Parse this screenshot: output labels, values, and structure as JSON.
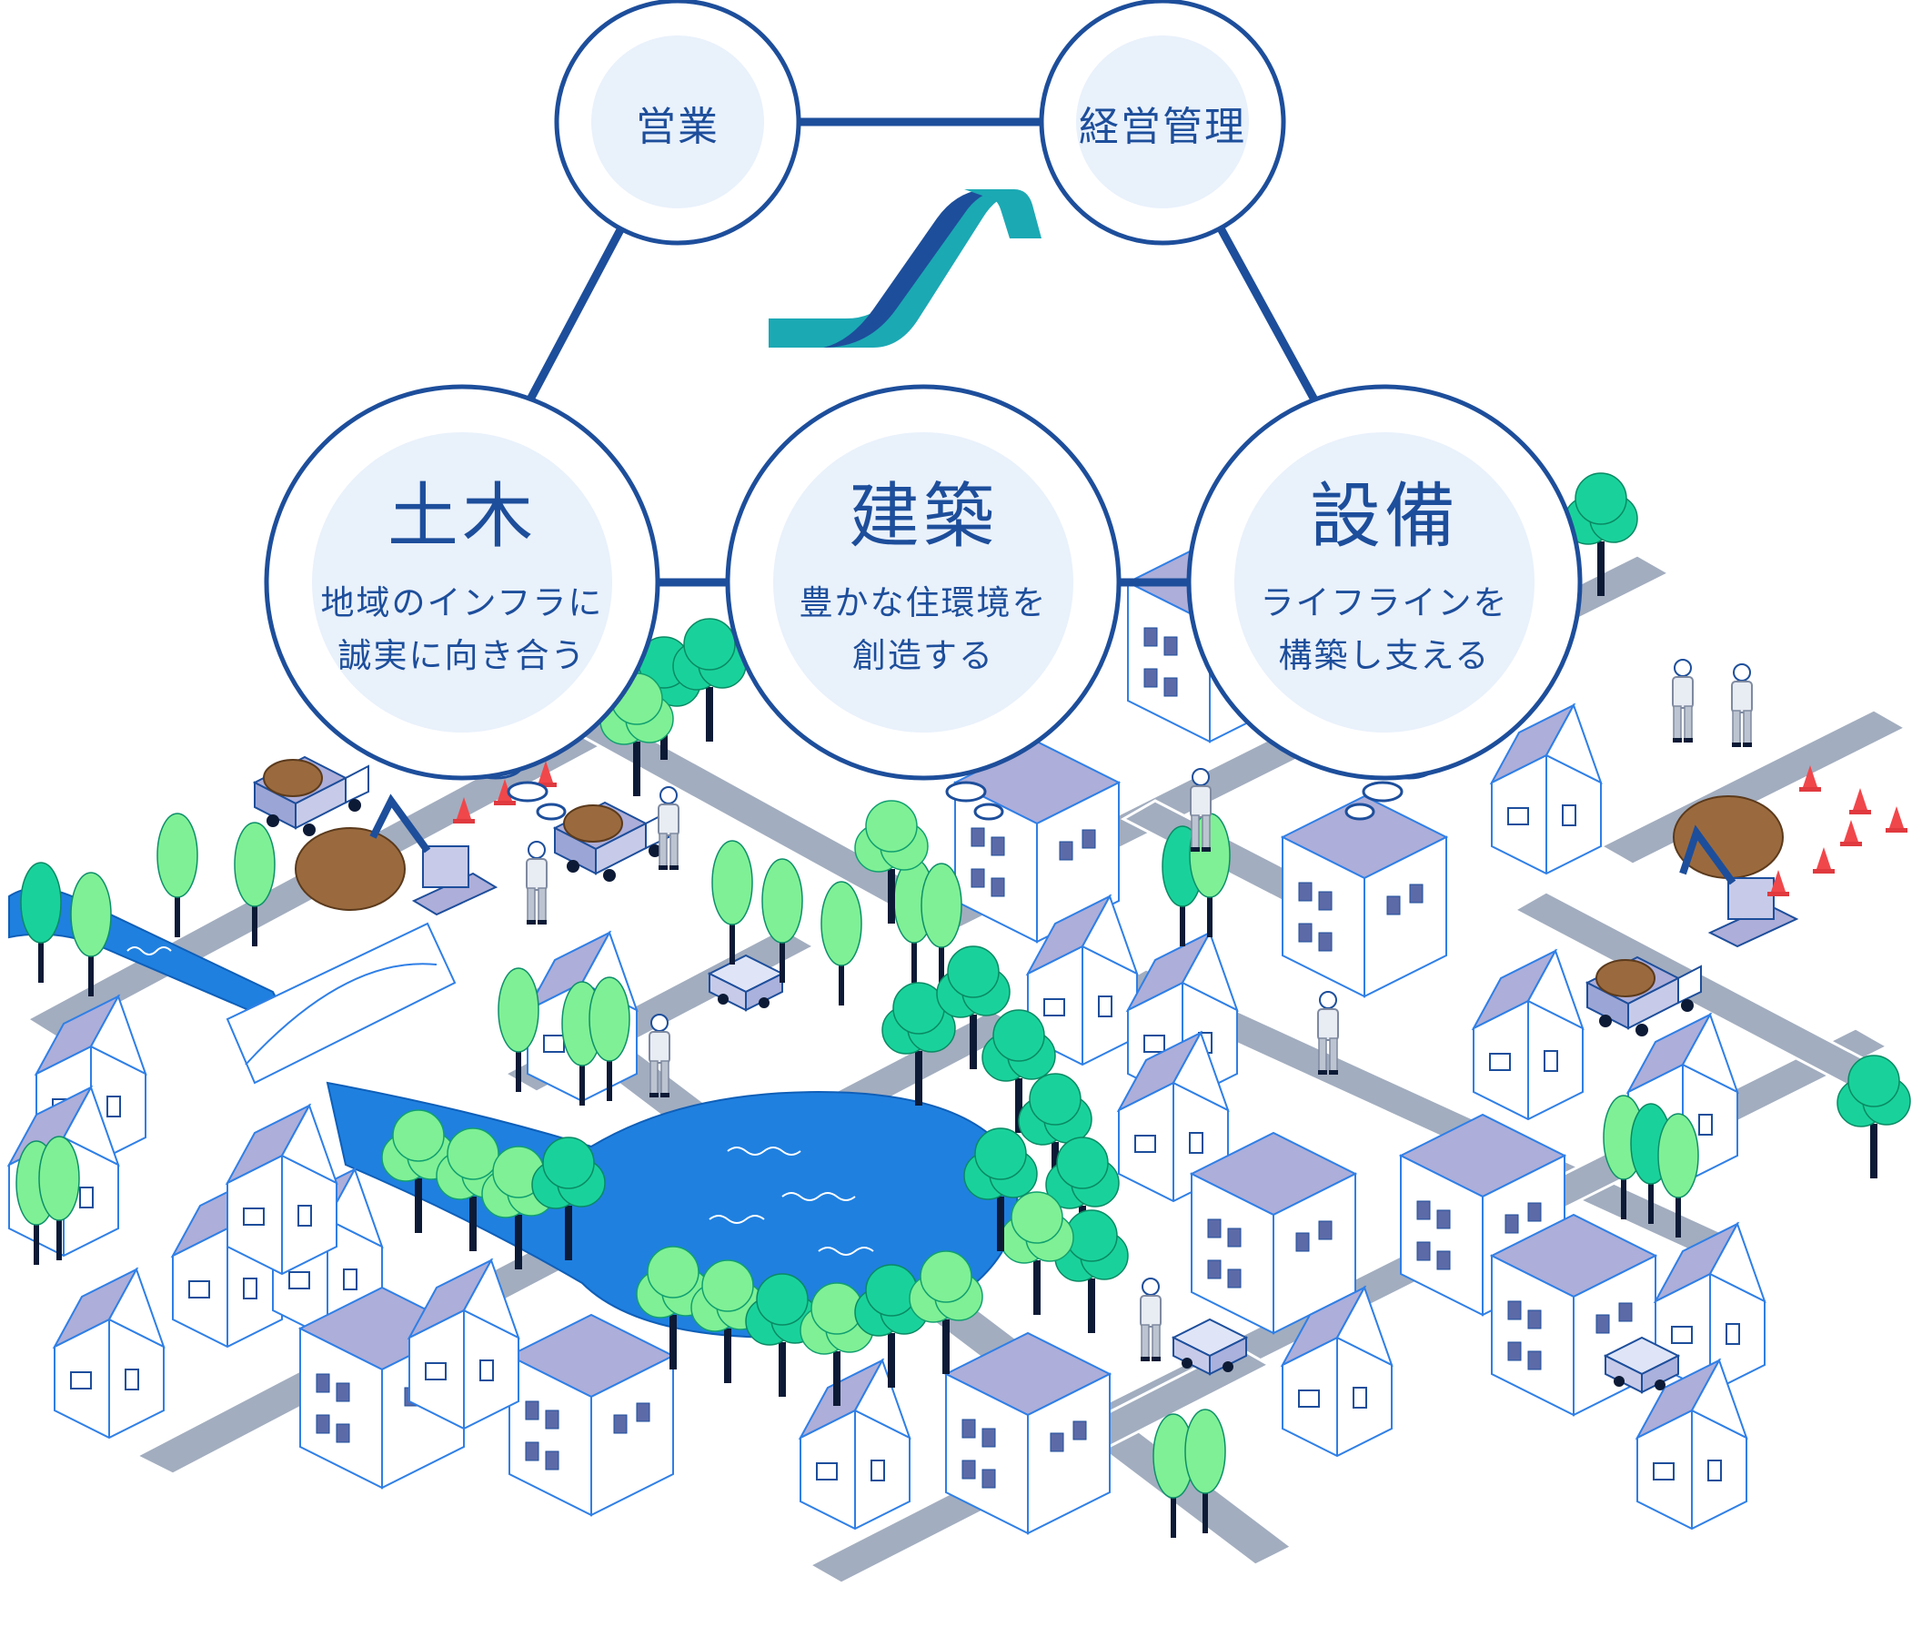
{
  "colors": {
    "brand_navy": "#1d4e9b",
    "logo_teal": "#1ba9b4",
    "circle_fill": "#e9f1fb",
    "water": "#1f80e0",
    "road": "#a2adbf",
    "tree_light": "#7ff095",
    "tree_teal": "#19d29b",
    "roof": "#adaed9",
    "outline": "#2f7fe6"
  },
  "diagram": {
    "top_nodes": [
      {
        "title": "営業"
      },
      {
        "title": "経営管理"
      }
    ],
    "main_nodes": [
      {
        "title": "土木",
        "desc_line1": "地域のインフラに",
        "desc_line2": "誠実に向き合う"
      },
      {
        "title": "建築",
        "desc_line1": "豊かな住環境を",
        "desc_line2": "創造する"
      },
      {
        "title": "設備",
        "desc_line1": "ライフラインを",
        "desc_line2": "構築し支える"
      }
    ]
  }
}
